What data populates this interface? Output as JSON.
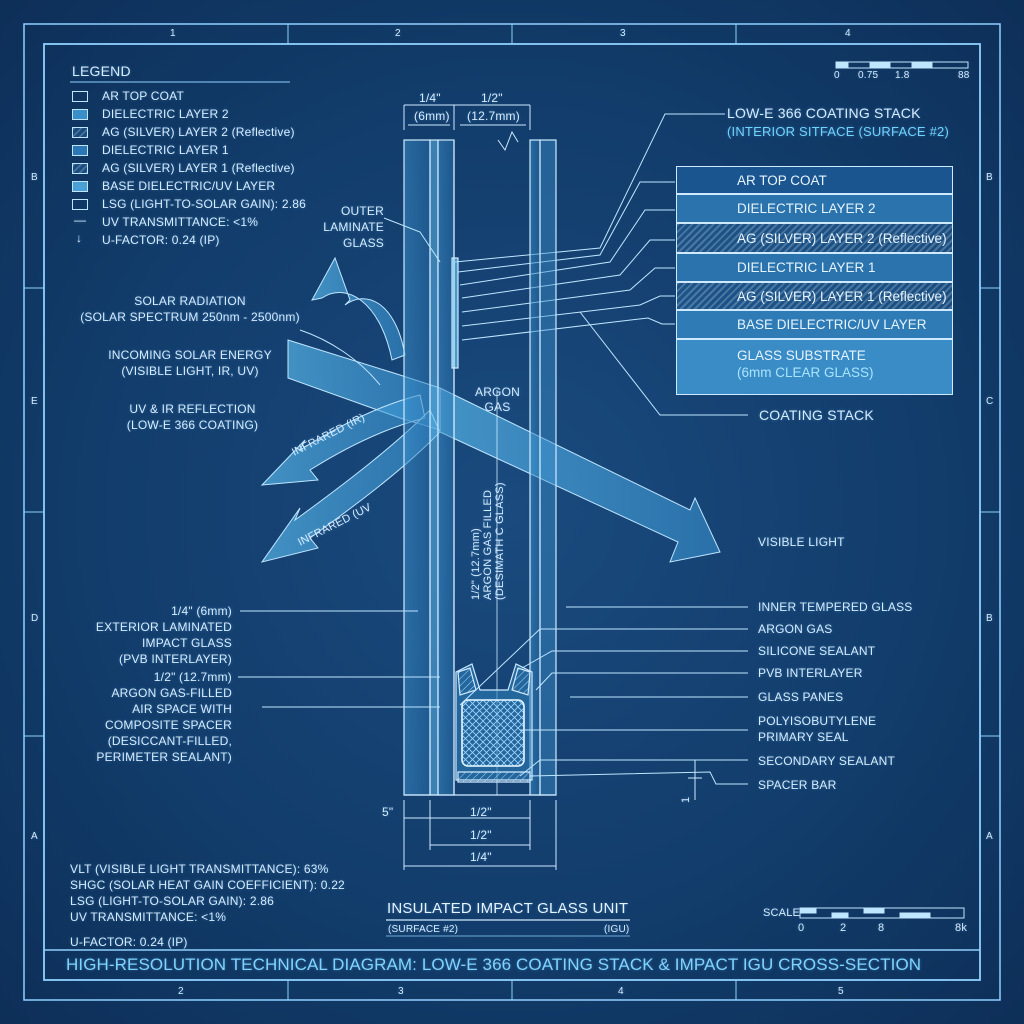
{
  "frame": {
    "top_ticks": [
      "1",
      "2",
      "3",
      "4"
    ],
    "bottom_ticks": [
      "2",
      "3",
      "4",
      "5"
    ],
    "left_ticks": [
      "B",
      "E",
      "D",
      "A"
    ],
    "right_ticks": [
      "B",
      "C",
      "B",
      "A"
    ]
  },
  "top_scale": {
    "labels": [
      "0",
      "0.75",
      "1.8",
      "88"
    ]
  },
  "legend": {
    "title": "LEGEND",
    "items": [
      "AR TOP COAT",
      "DIELECTRIC LAYER 2",
      "AG (SILVER) LAYER 2 (Reflective)",
      "DIELECTRIC LAYER 1",
      "AG (SILVER) LAYER 1 (Reflective)",
      "BASE DIELECTRIC/UV LAYER",
      "LSG (LIGHT-TO-SOLAR GAIN): 2.86",
      "UV TRANSMITTANCE: <1%",
      "U-FACTOR: 0.24 (IP)"
    ]
  },
  "top_dims": {
    "d1": "1/4\"",
    "d1_sub": "(6mm)",
    "d2": "1/2\"",
    "d2_sub": "(12.7mm)"
  },
  "coating": {
    "title": "LOW-E 366 COATING STACK",
    "subtitle": "(INTERIOR SITFACE (SURFACE #2)",
    "rows": [
      "AR TOP COAT",
      "DIELECTRIC LAYER 2",
      "AG (SILVER) LAYER 2 (Reflective)",
      "DIELECTRIC LAYER 1",
      "AG (SILVER) LAYER 1 (Reflective)",
      "BASE DIELECTRIC/UV LAYER"
    ],
    "substrate_1": "GLASS SUBSTRATE",
    "substrate_2": "(6mm CLEAR GLASS)",
    "callout": "COATING STACK"
  },
  "left_labels": {
    "outer_glass": [
      "OUTER",
      "LAMINATE",
      "GLASS"
    ],
    "solar_radiation": [
      "SOLAR RADIATION",
      "(SOLAR SPECTRUM 250nm - 2500nm)"
    ],
    "incoming": [
      "INCOMING SOLAR ENERGY",
      "(VISIBLE LIGHT, IR, UV)"
    ],
    "reflection": [
      "UV & IR REFLECTION",
      "(LOW-E 366 COATING)"
    ],
    "exterior": [
      "1/4\" (6mm)",
      "EXTERIOR LAMINATED",
      "IMPACT GLASS",
      "(PVB INTERLAYER)"
    ],
    "airspace": [
      "1/2\" (12.7mm)",
      "ARGON GAS-FILLED",
      "AIR SPACE WITH",
      "COMPOSITE SPACER",
      "(DESICCANT-FILLED,",
      "PERIMETER SEALANT)"
    ]
  },
  "arrows": {
    "ir_label": "INFRARED (IR)",
    "uv_label": "INFRARED (UV",
    "visible": "VISIBLE LIGHT"
  },
  "center": {
    "argon_1": "ARGON",
    "argon_2": "GAS",
    "vertical": [
      "1/2\" (12.7mm)",
      "ARGON GAS FILLED",
      "(DESIMATH C GLASS)"
    ]
  },
  "right_labels": [
    "INNER TEMPERED GLASS",
    "ARGON GAS",
    "SILICONE SEALANT",
    "PVB INTERLAYER",
    "GLASS PANES",
    "POLYISOBUTYLENE",
    "PRIMARY SEAL",
    "SECONDARY SEALANT",
    "SPACER BAR"
  ],
  "bottom_dims": {
    "left": "5\"",
    "a": "1/2\"",
    "b": "1/2\"",
    "c": "1/4\"",
    "one": "1"
  },
  "specs": [
    "VLT (VISIBLE LIGHT TRANSMITTANCE): 63%",
    "SHGC (SOLAR HEAT GAIN COEFFICIENT): 0.22",
    "LSG (LIGHT-TO-SOLAR GAIN): 2.86",
    "UV TRANSMITTANCE: <1%",
    "U-FACTOR: 0.24 (IP)"
  ],
  "title_block": {
    "title": "INSULATED IMPACT GLASS UNIT",
    "left": "(SURFACE #2)",
    "right": "(IGU)"
  },
  "scale": {
    "label": "SCALE",
    "ticks": [
      "0",
      "2",
      "8",
      "8k"
    ]
  },
  "banner": "HIGH-RESOLUTION TECHNICAL DIAGRAM: LOW-E 366 COATING STACK & IMPACT IGU CROSS-SECTION"
}
